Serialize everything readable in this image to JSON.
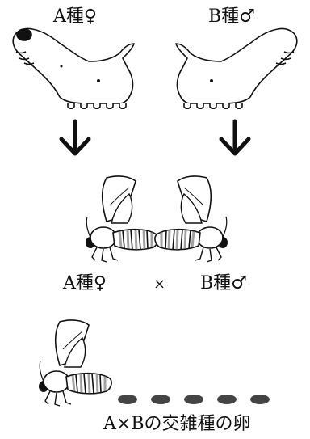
{
  "parents": {
    "a_label": "A種♀",
    "b_label": "B種♂"
  },
  "cross": {
    "a_label": "A種♀",
    "times": "×",
    "b_label": "B種♂"
  },
  "result": {
    "label": "A×Bの交雑種の卵",
    "egg_count": 5
  },
  "colors": {
    "ink": "#111111",
    "egg": "#444444"
  }
}
